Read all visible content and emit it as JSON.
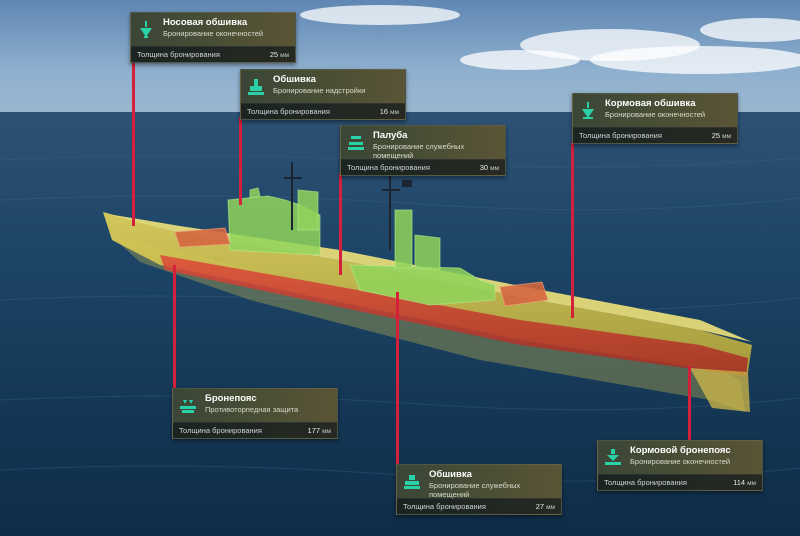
{
  "colors": {
    "sky_top": "#6f94bb",
    "sea": "#123a5c",
    "callout": "#d4203a",
    "armor_yellow": "#d9c842",
    "armor_green": "#8fd45a",
    "armor_red": "#d33a2e",
    "icon_teal": "#2ad0a6"
  },
  "thickness_label": "Толщина бронирования",
  "unit": "мм",
  "cards": [
    {
      "title": "Носовая обшивка",
      "subtitle": "Бронирование оконечностей",
      "value": "25",
      "icon": "bow-plating-icon"
    },
    {
      "title": "Обшивка",
      "subtitle": "Бронирование надстройки",
      "value": "16",
      "icon": "superstructure-plating-icon"
    },
    {
      "title": "Палуба",
      "subtitle": "Бронирование служебных помещений",
      "value": "30",
      "icon": "deck-icon"
    },
    {
      "title": "Кормовая обшивка",
      "subtitle": "Бронирование оконечностей",
      "value": "25",
      "icon": "stern-plating-icon"
    },
    {
      "title": "Бронепояс",
      "subtitle": "Противоторпедная защита",
      "value": "177",
      "icon": "armor-belt-icon"
    },
    {
      "title": "Обшивка",
      "subtitle": "Бронирование служебных помещений",
      "value": "27",
      "icon": "hull-plating-icon"
    },
    {
      "title": "Кормовой бронепояс",
      "subtitle": "Бронирование оконечностей",
      "value": "114",
      "icon": "stern-belt-icon"
    }
  ]
}
